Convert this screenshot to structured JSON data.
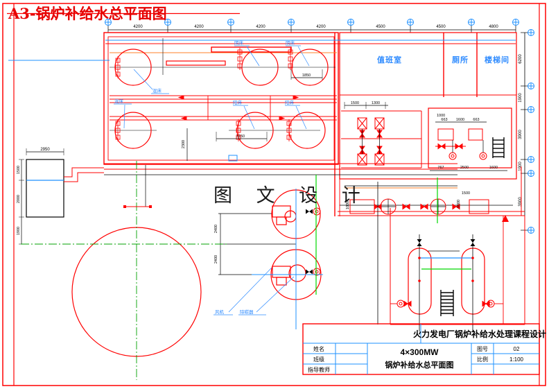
{
  "page": {
    "title": "A3-锅炉补给水总平面图",
    "watermark": "图 文 设 计"
  },
  "rooms": {
    "duty_room": "值班室",
    "toilet": "厕所",
    "stairwell": "楼梯间"
  },
  "equipment": {
    "mixed_bed": "混床",
    "anion_bed": "阴床",
    "cation_bed": "阳床",
    "fan": "风机",
    "decarbonator": "除碳器"
  },
  "dimensions": {
    "top": [
      "4200",
      "4200",
      "4200",
      "4200",
      "4500",
      "4500",
      "4800"
    ],
    "right": [
      "6200",
      "1900",
      "3900",
      "1900",
      "3900"
    ],
    "left_tank": {
      "width": "2950",
      "upper": "1500",
      "lower": "2000",
      "below": "1900"
    },
    "hall": {
      "d1850": "1850",
      "d3150": "3150",
      "d2300": "2300"
    },
    "decarb": {
      "upper": "2400",
      "lower": "2400"
    },
    "pump_room": {
      "d1500": "1500",
      "d1300": "1300"
    },
    "acid_room": {
      "d1000": "1000",
      "d663a": "663",
      "d1600": "1600",
      "d663b": "663",
      "d767": "767",
      "d2500": "2500",
      "d1600b": "1600"
    },
    "gallery": {
      "d1000a": "1000",
      "d1000b": "1000",
      "d1500": "1500"
    }
  },
  "title_block": {
    "project": "火力发电厂锅炉补给水处理课程设计",
    "name_label": "姓名",
    "class_label": "班级",
    "advisor_label": "指导教师",
    "drawing_line1": "4×300MW",
    "drawing_line2": "锅炉补给水总平面图",
    "number_label": "图号",
    "number_value": "02",
    "scale_label": "比例",
    "scale_value": "1:100"
  },
  "colors": {
    "line_red": "#ff0000",
    "line_orange": "#ff7f27",
    "line_blue": "#1e90ff",
    "line_green": "#00c000",
    "title_red": "#e60000",
    "text_black": "#000000"
  }
}
